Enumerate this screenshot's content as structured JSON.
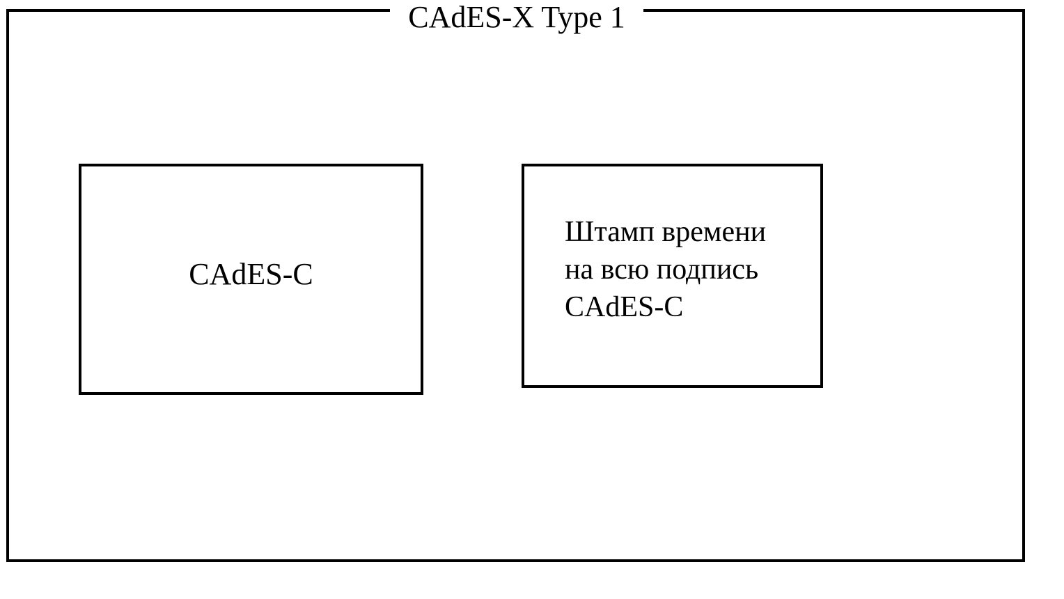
{
  "outer": {
    "title": "CAdES-X Type 1"
  },
  "left_box": {
    "label": "CAdES-C"
  },
  "right_box": {
    "lines": [
      "Штамп времени",
      "на всю подпись",
      "CAdES-C"
    ]
  }
}
